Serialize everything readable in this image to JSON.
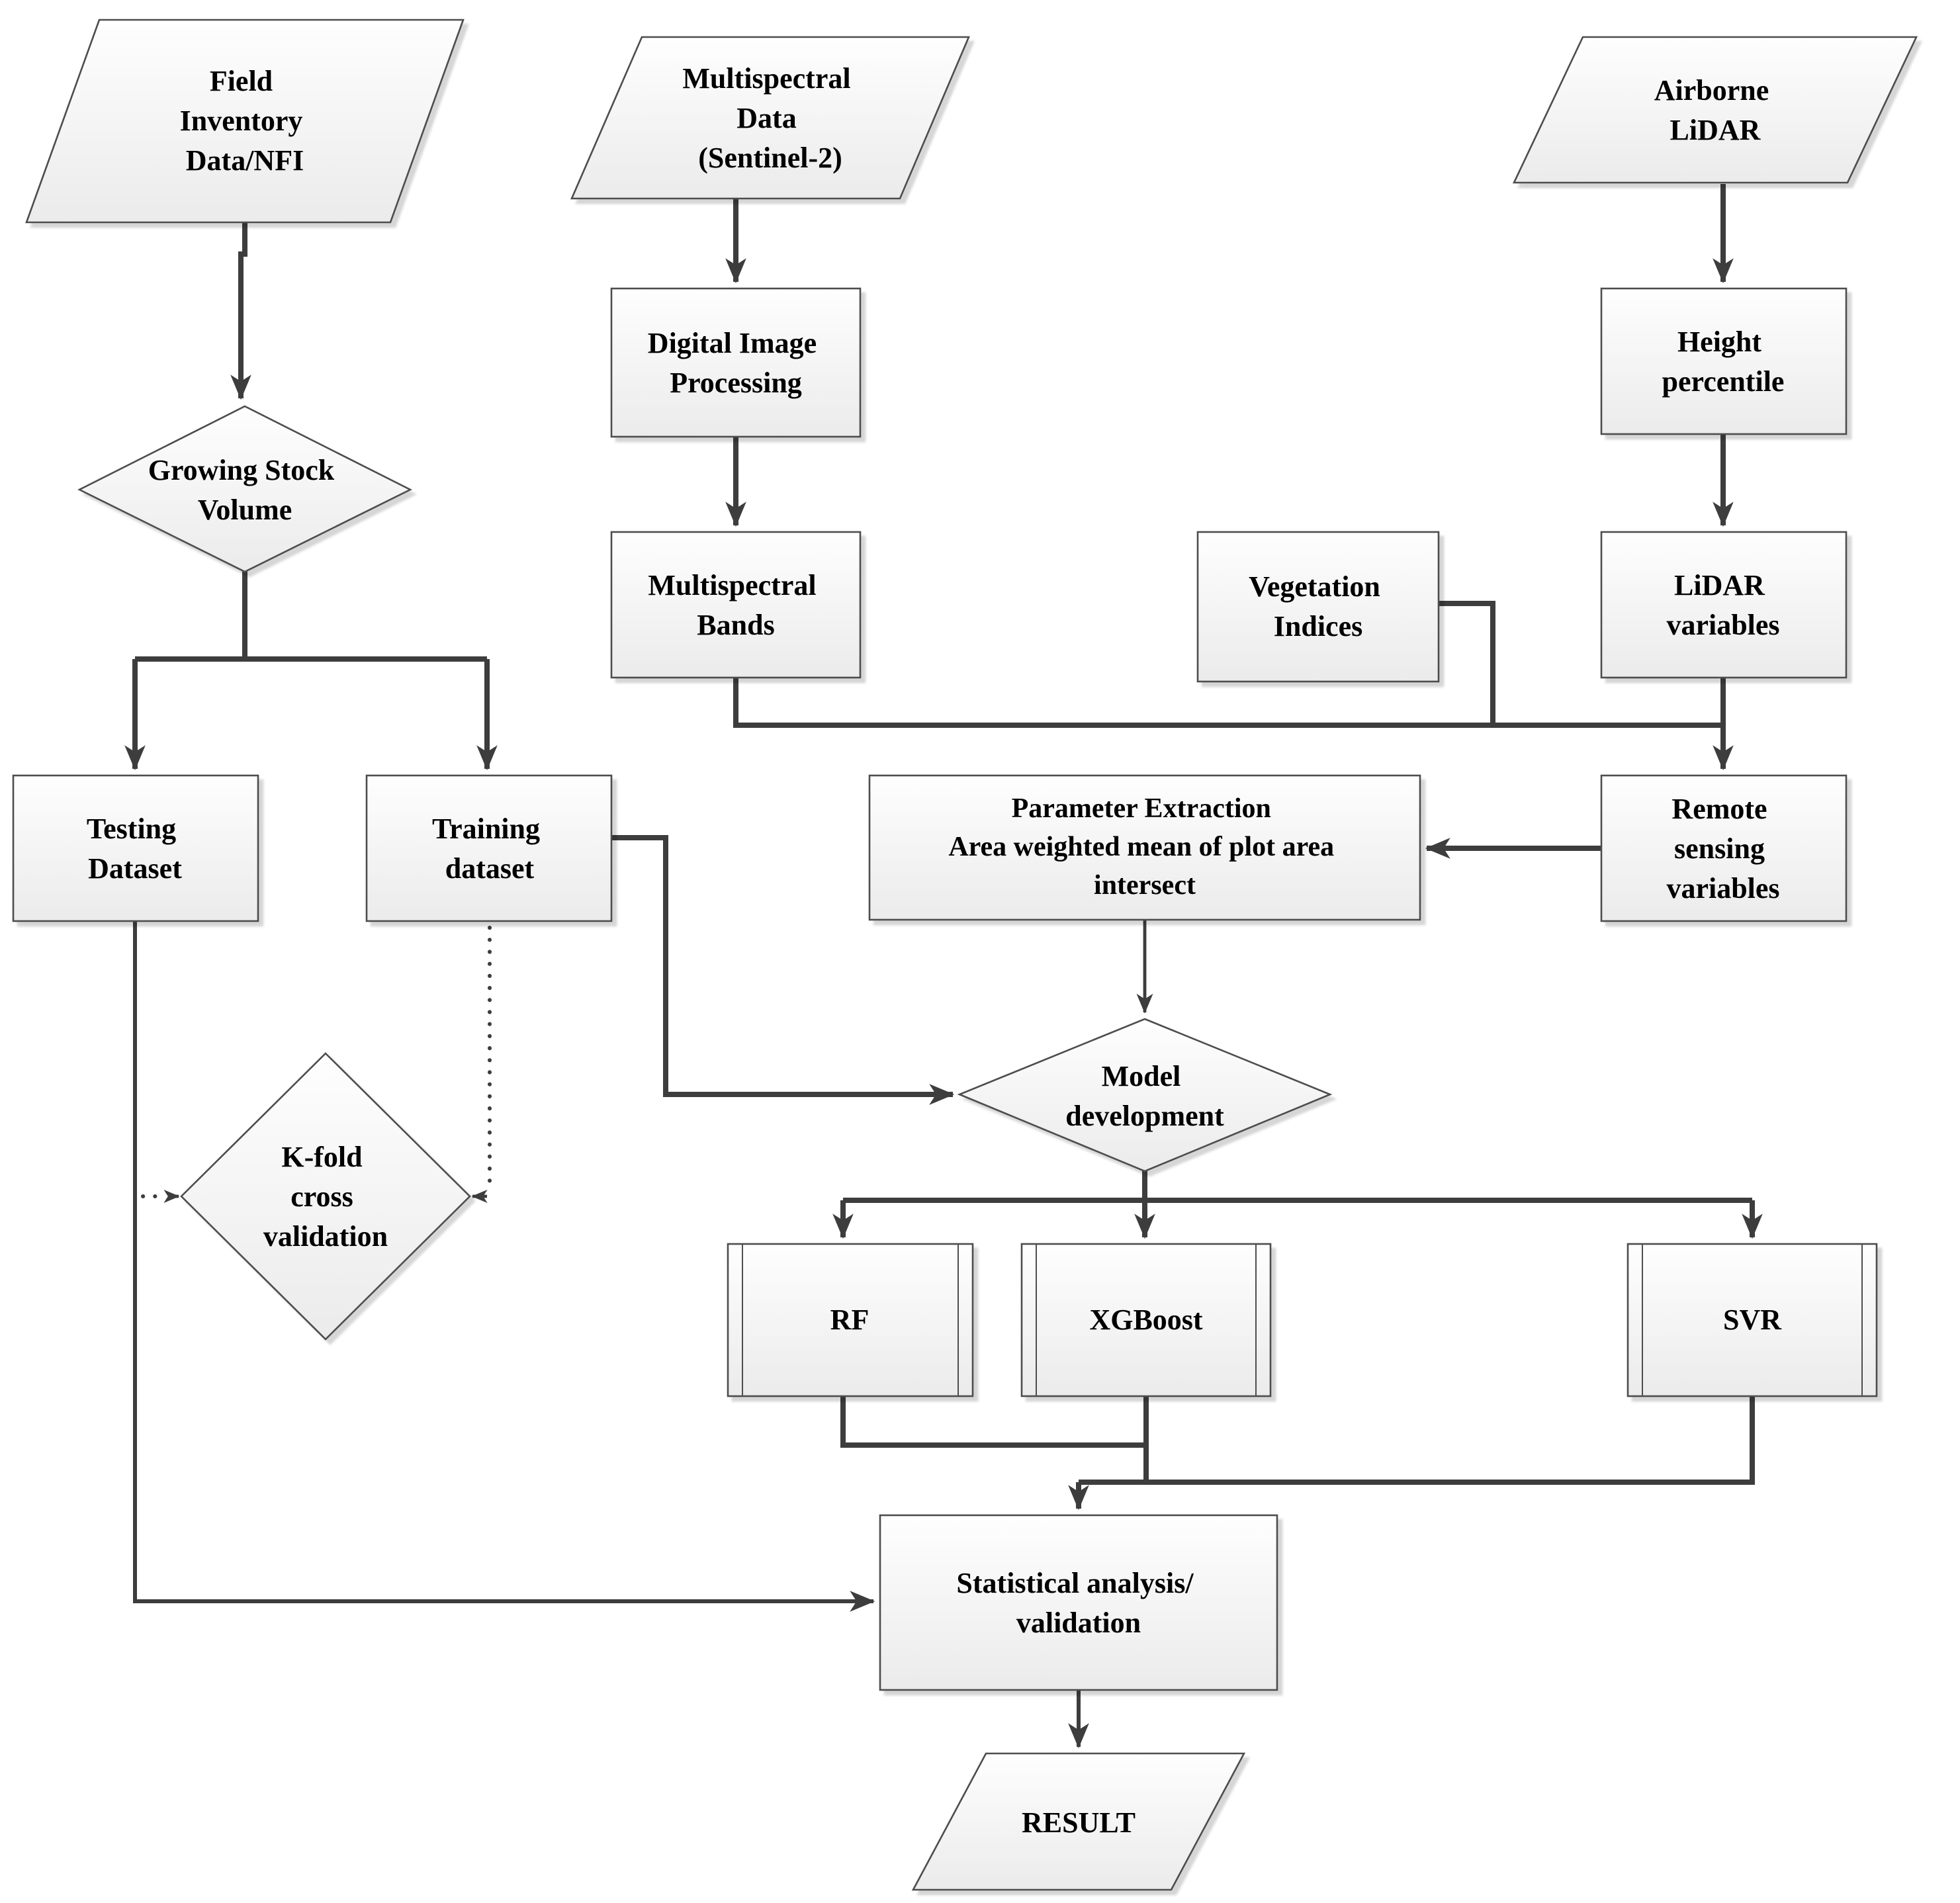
{
  "colors": {
    "line": "#3d3d3d",
    "node_border": "#4e4e4e",
    "node_fill_top": "#fefefe",
    "node_fill_bottom": "#ebebeb",
    "text": "#000000",
    "background": "#ffffff"
  },
  "nodes": {
    "field_inventory": {
      "shape": "parallelogram-io",
      "lines": [
        "Field",
        "Inventory",
        "Data/NFI"
      ]
    },
    "multispectral_data": {
      "shape": "parallelogram-io",
      "lines": [
        "Multispectral",
        "Data",
        "(Sentinel-2)"
      ]
    },
    "airborne_lidar": {
      "shape": "parallelogram-io",
      "lines": [
        "Airborne",
        "LiDAR"
      ]
    },
    "digital_image_processing": {
      "shape": "process-rect",
      "lines": [
        "Digital Image",
        "Processing"
      ]
    },
    "height_percentile": {
      "shape": "process-rect",
      "lines": [
        "Height",
        "percentile"
      ]
    },
    "growing_stock_volume": {
      "shape": "decision-diamond",
      "lines": [
        "Growing Stock",
        "Volume"
      ]
    },
    "multispectral_bands": {
      "shape": "process-rect",
      "lines": [
        "Multispectral",
        "Bands"
      ]
    },
    "vegetation_indices": {
      "shape": "process-rect",
      "lines": [
        "Vegetation",
        "Indices"
      ]
    },
    "lidar_variables": {
      "shape": "process-rect",
      "lines": [
        "LiDAR",
        "variables"
      ]
    },
    "testing_dataset": {
      "shape": "process-rect",
      "lines": [
        "Testing",
        "Dataset"
      ]
    },
    "training_dataset": {
      "shape": "process-rect",
      "lines": [
        "Training",
        "dataset"
      ]
    },
    "parameter_extraction": {
      "shape": "process-rect",
      "lines": [
        "Parameter Extraction",
        "Area weighted mean of plot area",
        "intersect"
      ]
    },
    "remote_sensing_variables": {
      "shape": "process-rect",
      "lines": [
        "Remote",
        "sensing",
        "variables"
      ]
    },
    "kfold_cross_validation": {
      "shape": "decision-diamond",
      "lines": [
        "K-fold",
        "cross",
        "validation"
      ]
    },
    "model_development": {
      "shape": "decision-diamond",
      "lines": [
        "Model",
        "development"
      ]
    },
    "rf": {
      "shape": "predefined-process",
      "lines": [
        "RF"
      ]
    },
    "xgboost": {
      "shape": "predefined-process",
      "lines": [
        "XGBoost"
      ]
    },
    "svr": {
      "shape": "predefined-process",
      "lines": [
        "SVR"
      ]
    },
    "statistical_analysis": {
      "shape": "process-rect",
      "lines": [
        "Statistical analysis/",
        "validation"
      ]
    },
    "result": {
      "shape": "parallelogram-io",
      "lines": [
        "RESULT"
      ]
    }
  }
}
